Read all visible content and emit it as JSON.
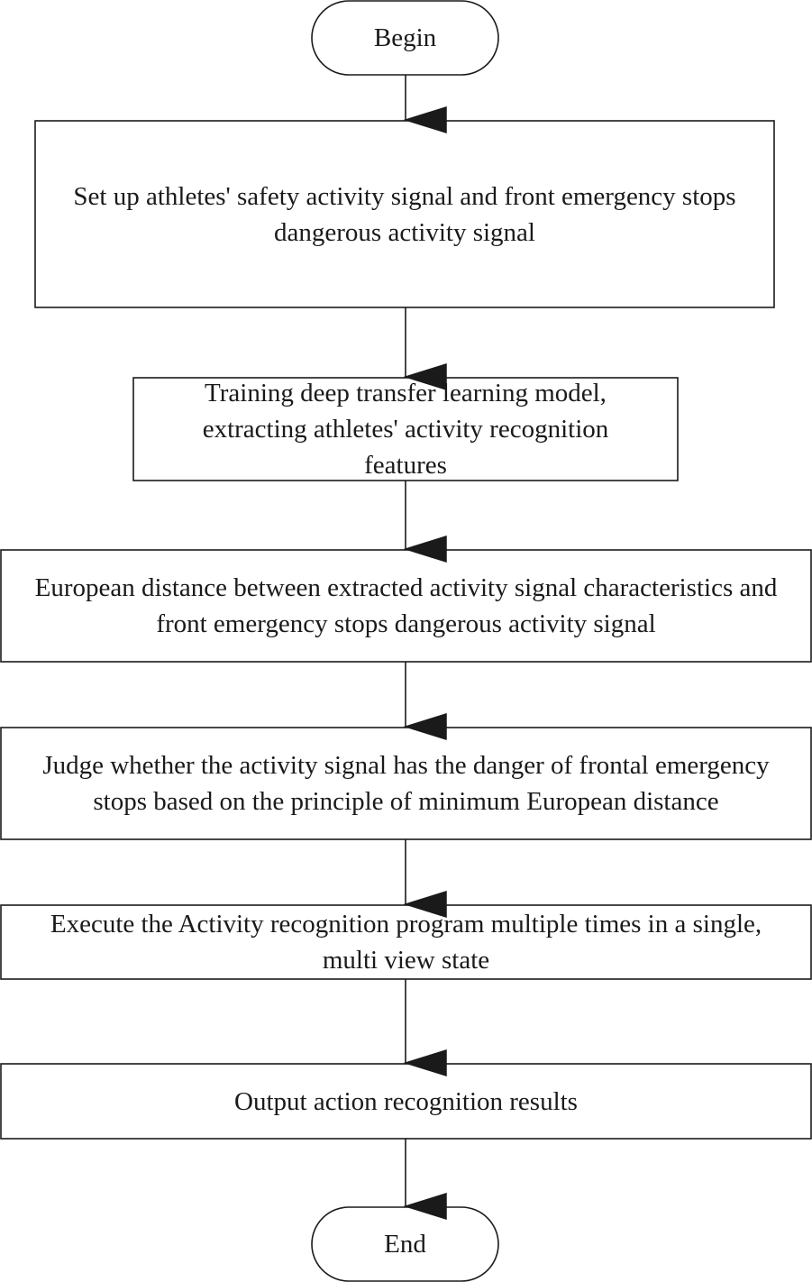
{
  "flowchart": {
    "begin_label": "Begin",
    "steps": [
      "Set up athletes' safety activity signal and front emergency stops dangerous activity signal",
      "Training deep transfer learning model, extracting athletes' activity recognition features",
      "European distance between extracted activity signal characteristics and front emergency stops dangerous activity signal",
      "Judge whether the activity signal has the danger of frontal emergency stops based on the principle of minimum European distance",
      "Execute the Activity recognition program multiple times in a single, multi view state",
      "Output action recognition results"
    ],
    "end_label": "End"
  }
}
